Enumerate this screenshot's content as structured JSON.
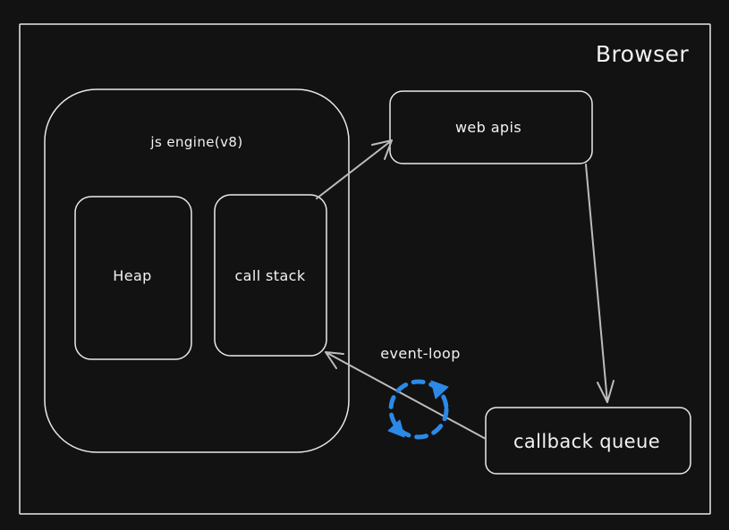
{
  "browser": {
    "label": "Browser"
  },
  "js_engine": {
    "label": "js engine(v8)"
  },
  "heap": {
    "label": "Heap"
  },
  "call_stack": {
    "label": "call stack"
  },
  "web_apis": {
    "label": "web apis"
  },
  "callback_queue": {
    "label": "callback queue"
  },
  "event_loop": {
    "label": "event-loop",
    "icon": "refresh-cycle-icon",
    "color": "#2b8ae8"
  },
  "colors": {
    "background": "#121212",
    "stroke": "#e9e9e9",
    "arrow": "#bdbdbd",
    "accent": "#2b8ae8"
  }
}
